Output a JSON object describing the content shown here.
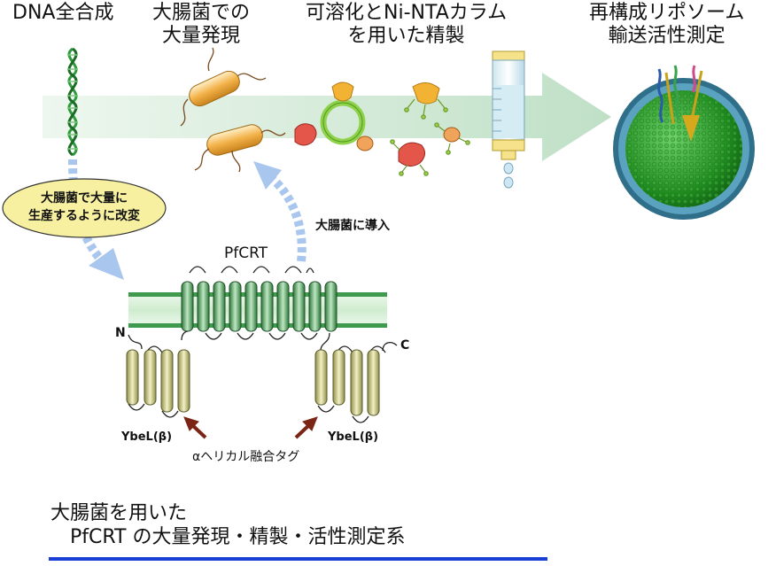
{
  "steps": [
    {
      "line1": "DNA全合成",
      "line2": ""
    },
    {
      "line1": "大腸菌での",
      "line2": "大量発現"
    },
    {
      "line1": "可溶化とNi-NTAカラム",
      "line2": "を用いた精製"
    },
    {
      "line1": "再構成リポソーム",
      "line2": "輸送活性測定"
    }
  ],
  "bubble": {
    "line1": "大腸菌で大量に",
    "line2": "生産するように改変"
  },
  "introduce_label": "大腸菌に導入",
  "protein": {
    "name": "PfCRT",
    "n_term": "N",
    "c_term": "C",
    "fusion_left": "YbeL(β)",
    "fusion_right": "YbeL(β)",
    "helix_caption": "αヘリカル融合タグ"
  },
  "footer": {
    "line1": "大腸菌を用いた",
    "line2": "PfCRT の大量発現・精製・活性測定系"
  },
  "colors": {
    "arrow": "#cfe6d4",
    "dna": "#2e9a3a",
    "underline": "#1a3fd6",
    "bubble": "#f6f0a0",
    "blue_arrow": "#a9c6ee"
  }
}
